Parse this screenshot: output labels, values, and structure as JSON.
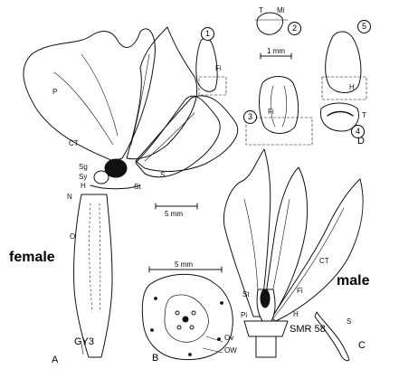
{
  "side_labels": {
    "female": "female",
    "male": "male"
  },
  "panels": {
    "a": "A",
    "b": "B",
    "c": "C",
    "d": "D"
  },
  "specimens": {
    "a": "GY3",
    "c": "SMR 58"
  },
  "scales": {
    "a": "5 mm",
    "b": "5 mm",
    "d": "1 mm"
  },
  "circled": [
    "1",
    "2",
    "3",
    "4",
    "5"
  ],
  "annotations": {
    "p": "P",
    "ct_a": "CT",
    "sg": "Sg",
    "sy": "Sy",
    "h_a": "H",
    "n": "N",
    "st_a": "St",
    "s_a": "S",
    "o": "O",
    "ov": "Ov",
    "ow": "OW",
    "ct_c": "CT",
    "s_c": "S",
    "st_c": "St",
    "fi_c": "Fi",
    "pi": "Pi",
    "h_c": "H",
    "t1": "T",
    "mi": "Mi",
    "fi1": "Fi",
    "fi3": "Fi",
    "h5": "H",
    "t4": "T"
  }
}
